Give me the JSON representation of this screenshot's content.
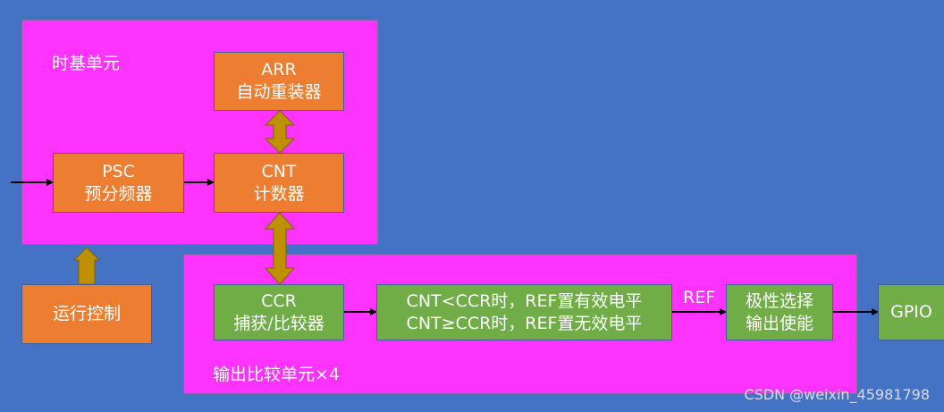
{
  "colors": {
    "background": "#4472c4",
    "region": "#ff33ff",
    "orange": "#ed7d31",
    "green": "#70ad47",
    "bus_arrow": "#bf9000"
  },
  "regions": {
    "time_base": {
      "label": "时基单元"
    },
    "output_compare": {
      "label": "输出比较单元×4"
    }
  },
  "blocks": {
    "arr": {
      "line1": "ARR",
      "line2": "自动重装器"
    },
    "psc": {
      "line1": "PSC",
      "line2": "预分频器"
    },
    "cnt": {
      "line1": "CNT",
      "line2": "计数器"
    },
    "run_control": {
      "line1": "运行控制"
    },
    "ccr": {
      "line1": "CCR",
      "line2": "捕获/比较器"
    },
    "mode": {
      "line1": "CNT<CCR时，REF置有效电平",
      "line2": "CNT≥CCR时，REF置无效电平"
    },
    "polarity": {
      "line1": "极性选择",
      "line2": "输出使能"
    },
    "gpio": {
      "line1": "GPIO"
    }
  },
  "signals": {
    "ref": "REF"
  },
  "watermark": "CSDN @weixin_45981798"
}
